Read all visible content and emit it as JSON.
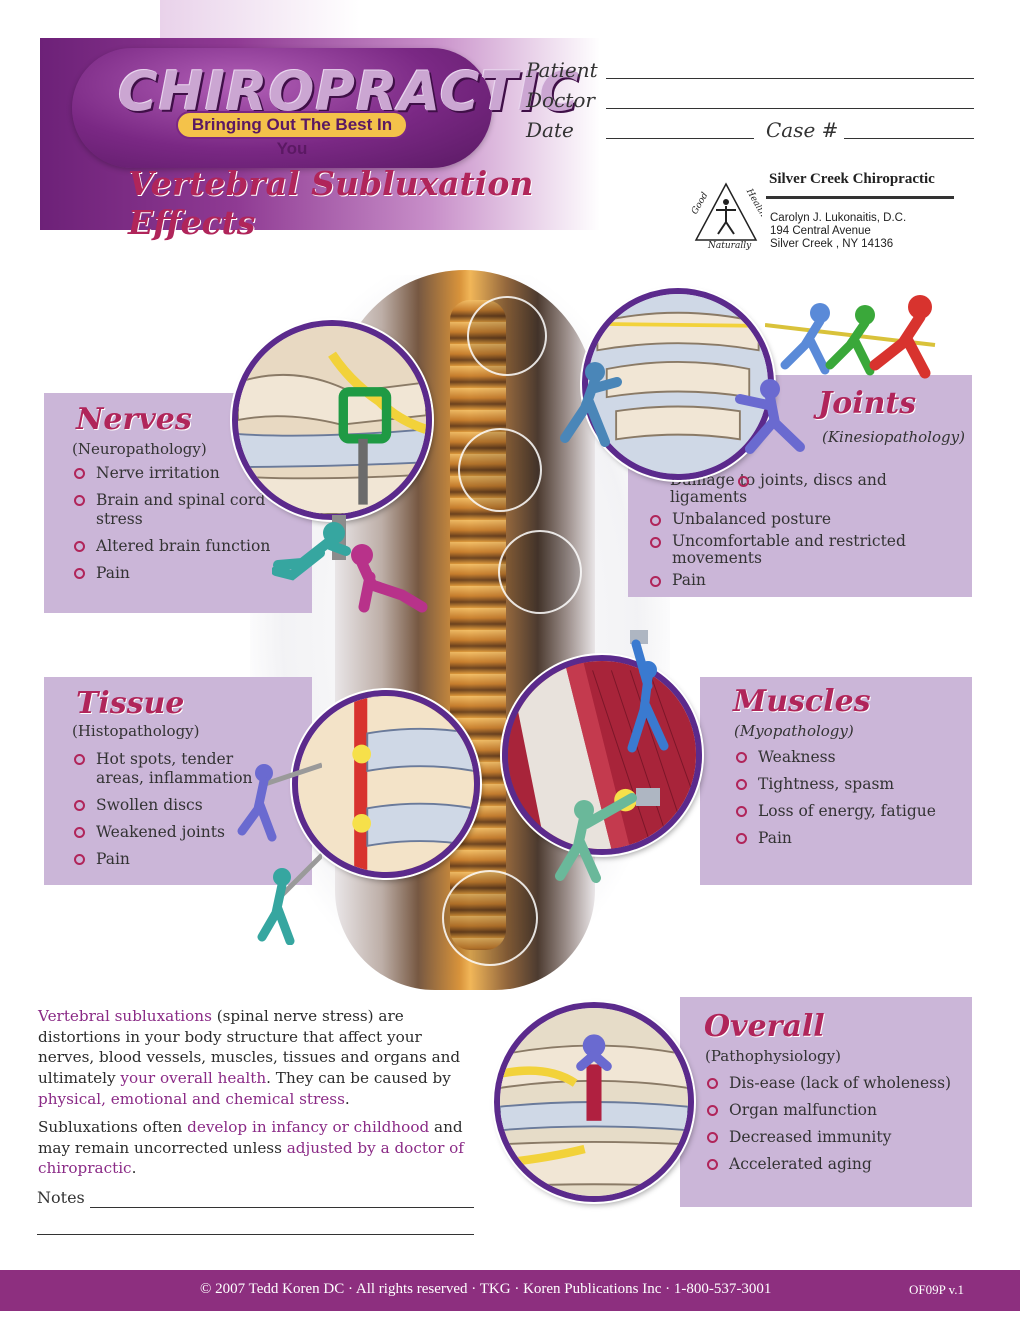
{
  "header": {
    "logo_title": "CHIROPRACTIC",
    "logo_tagline": "Bringing Out The Best In You",
    "doc_title": "Vertebral Subluxation Effects"
  },
  "form": {
    "patient_label": "Patient",
    "doctor_label": "Doctor",
    "date_label": "Date",
    "case_label": "Case #"
  },
  "practice": {
    "logo_words": [
      "Good",
      "Health",
      "Naturally"
    ],
    "name": "Silver Creek Chiropractic",
    "doctor": "Carolyn J. Lukonaitis, D.C.",
    "street": "194 Central Avenue",
    "city": "Silver Creek , NY 14136"
  },
  "panels": {
    "nerves": {
      "title": "Nerves",
      "subtitle": "(Neuropathology)",
      "items": [
        "Nerve irritation",
        "Brain and spinal cord stress",
        "Altered brain function",
        "Pain"
      ]
    },
    "joints": {
      "title": "Joints",
      "subtitle": "(Kinesiopathology)",
      "items": [
        "Damage to joints, discs and ligaments",
        "Unbalanced posture",
        "Uncomfortable and restricted movements",
        "Pain"
      ]
    },
    "tissue": {
      "title": "Tissue",
      "subtitle": "(Histopathology)",
      "items": [
        "Hot spots, tender areas, inflammation",
        "Swollen discs",
        "Weakened joints",
        "Pain"
      ]
    },
    "muscles": {
      "title": "Muscles",
      "subtitle": "(Myopathology)",
      "items": [
        "Weakness",
        "Tightness, spasm",
        "Loss of energy, fatigue",
        "Pain"
      ]
    },
    "overall": {
      "title": "Overall",
      "subtitle": "(Pathophysiology)",
      "items": [
        "Dis-ease (lack of wholeness)",
        "Organ malfunction",
        "Decreased immunity",
        "Accelerated aging"
      ]
    }
  },
  "body": {
    "p1_a": "Vertebral subluxations",
    "p1_b": " (spinal nerve stress) are distortions in your body structure that affect your nerves, blood vessels, muscles, tissues and organs and ultimately ",
    "p1_c": "your overall health",
    "p1_d": ".  They can be caused by ",
    "p1_e": "physical, emotional and chemical stress",
    "p1_f": ".",
    "p2_a": "Subluxations often ",
    "p2_b": "develop in infancy or childhood",
    "p2_c": " and may remain uncorrected unless ",
    "p2_d": "adjusted by a doctor of chiropractic",
    "p2_e": ".",
    "notes_label": "Notes"
  },
  "footer": {
    "copyright": "© 2007 Tedd Koren DC · All rights reserved · TKG · Koren Publications Inc · 1-800-537-3001",
    "code": "OF09P v.1"
  },
  "colors": {
    "accent": "#b0255a",
    "purple": "#8d2f7f",
    "panel": "#cbb6d8"
  }
}
